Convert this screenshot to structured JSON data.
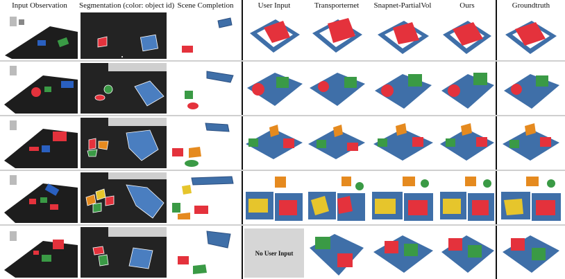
{
  "headers": [
    "Input Observation",
    "Segmentation (color: object id)",
    "Scene Completion",
    "User Input",
    "Transporternet",
    "Snapnet-PartialVol",
    "Ours",
    "Groundtruth"
  ],
  "no_user_input_label": "No User Input",
  "colors": {
    "tray_blue": "#3f6fa8",
    "tray_dark": "#2b4f80",
    "object_red": "#e4323c",
    "object_green": "#3a9a45",
    "object_orange": "#e58a1f",
    "object_yellow": "#e6c52c",
    "table_black": "#1d1d1d",
    "separator": "#111111"
  }
}
